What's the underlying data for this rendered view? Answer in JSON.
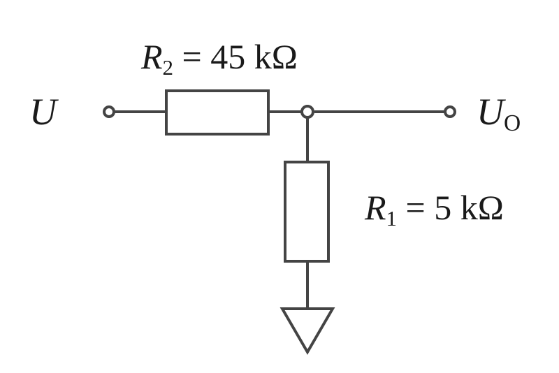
{
  "input_terminal": {
    "symbol": "U"
  },
  "output_terminal": {
    "symbol": "U",
    "subscript": "O"
  },
  "resistor_r2": {
    "symbol": "R",
    "subscript": "2",
    "value_text": "= 45 kΩ"
  },
  "resistor_r1": {
    "symbol": "R",
    "subscript": "1",
    "value_text": "= 5 kΩ"
  },
  "colors": {
    "wire": "#444444",
    "text": "#1a1a1a",
    "background": "#ffffff"
  }
}
